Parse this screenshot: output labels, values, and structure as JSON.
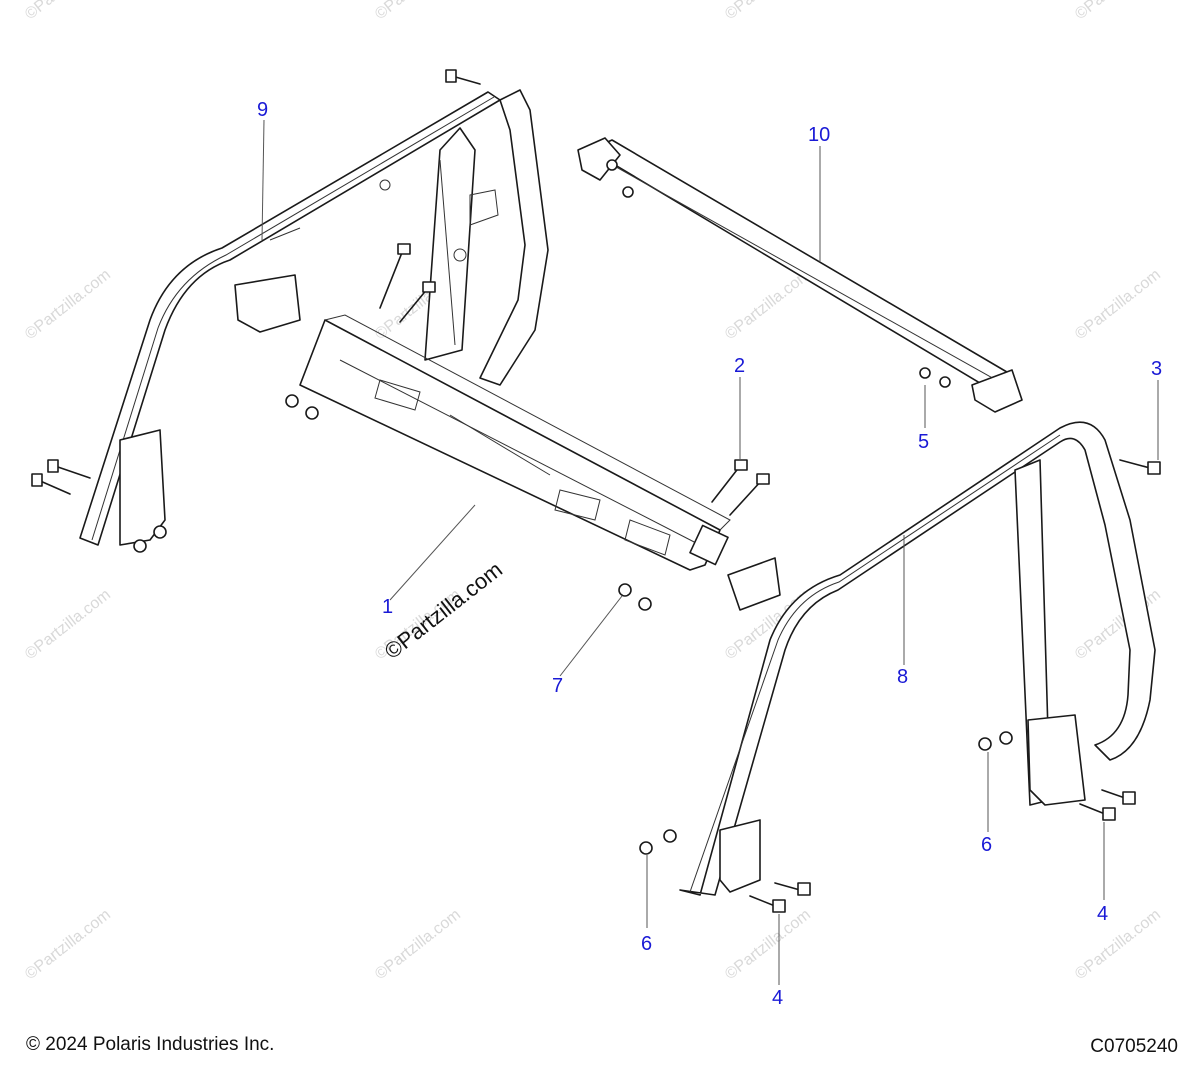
{
  "figure": {
    "watermark_small": "©Partzilla.com",
    "watermark_main": "©Partzilla.com",
    "copyright": "© 2024 Polaris Industries Inc.",
    "drawing_code": "C0705240"
  },
  "callouts": [
    {
      "id": "1",
      "label": "1"
    },
    {
      "id": "2",
      "label": "2"
    },
    {
      "id": "3",
      "label": "3"
    },
    {
      "id": "4a",
      "label": "4"
    },
    {
      "id": "4b",
      "label": "4"
    },
    {
      "id": "5",
      "label": "5"
    },
    {
      "id": "6a",
      "label": "6"
    },
    {
      "id": "6b",
      "label": "6"
    },
    {
      "id": "7",
      "label": "7"
    },
    {
      "id": "8",
      "label": "8"
    },
    {
      "id": "9",
      "label": "9"
    },
    {
      "id": "10",
      "label": "10"
    }
  ],
  "colors": {
    "callout": "#1a1ad6",
    "line": "#1a1a1a",
    "watermark": "#d9d9d9"
  }
}
